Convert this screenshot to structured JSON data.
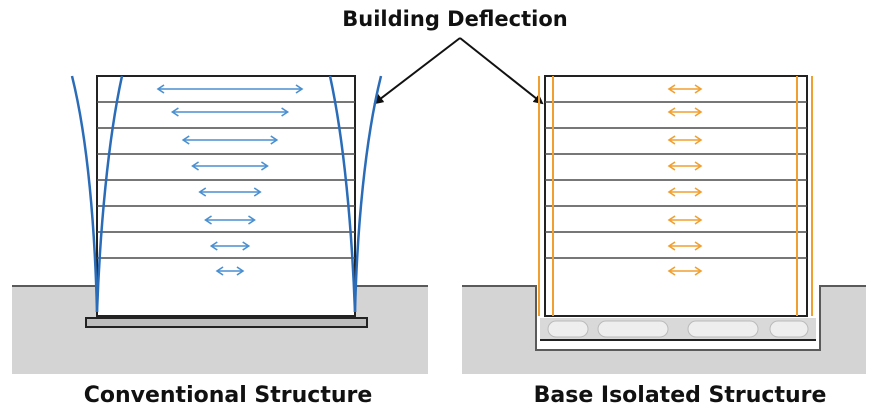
{
  "title": "Building Deflection",
  "captions": {
    "conventional": "Conventional Structure",
    "isolated": "Base Isolated Structure"
  },
  "colors": {
    "ground": "#d4d4d4",
    "ground_line": "#5a5a5a",
    "building_outline": "#222222",
    "floor_line": "#4a4a4a",
    "conventional_arrow": "#4a8fd0",
    "conventional_deflection": "#2a6cb8",
    "isolated_arrow": "#f0a030",
    "isolated_column": "#f0a030",
    "isolator": "#eeeeee"
  },
  "conventional_floor_drift": [
    1.0,
    0.8,
    0.65,
    0.52,
    0.42,
    0.34,
    0.26,
    0.18
  ],
  "isolated_floor_drift": [
    1,
    1,
    1,
    1,
    1,
    1,
    1,
    1
  ]
}
